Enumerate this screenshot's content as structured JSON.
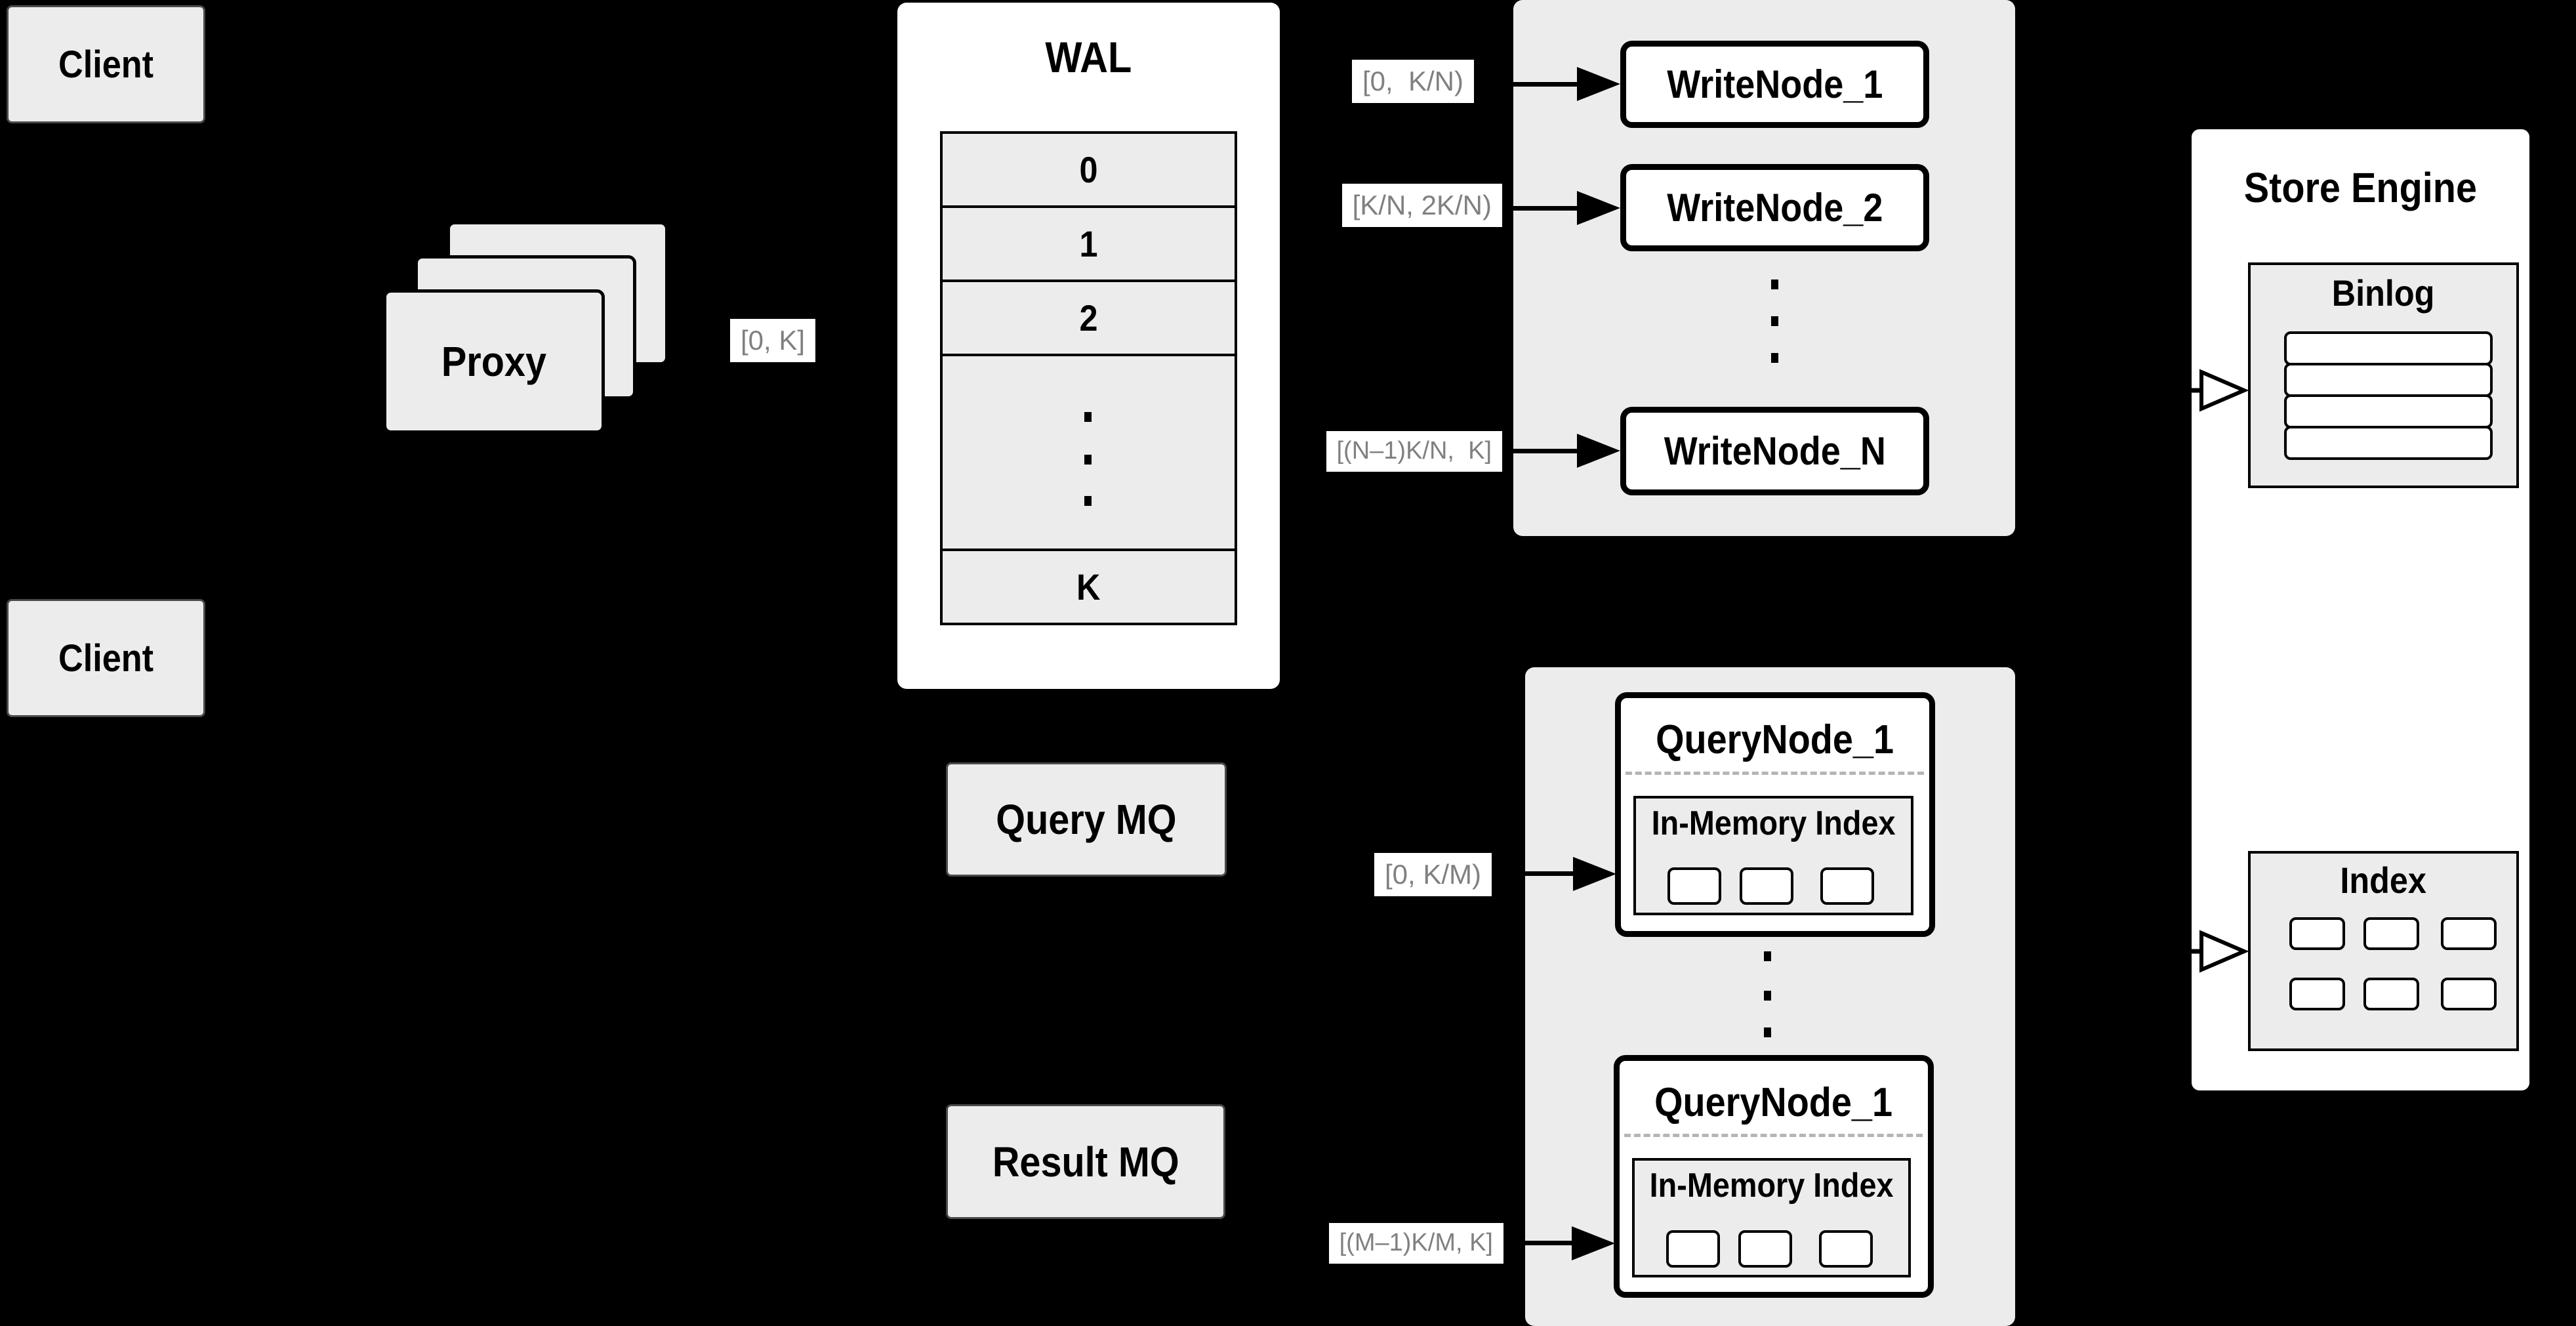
{
  "colors": {
    "background": "#000000",
    "panel_gray": "#ececec",
    "white": "#ffffff",
    "border_black": "#000000",
    "range_label_text": "#808080",
    "dashed_separator": "#b5b5b5"
  },
  "clients": {
    "top_label": "Client",
    "bottom_label": "Client"
  },
  "proxy": {
    "label": "Proxy"
  },
  "range_labels": {
    "proxy_out": "[0, K]",
    "write_1": "[0,  K/N)",
    "write_2": "[K/N, 2K/N)",
    "write_n": "[(N–1)K/N,  K]",
    "query_1": "[0, K/M)",
    "query_2": "[(M–1)K/M, K]"
  },
  "wal": {
    "title": "WAL",
    "segments": [
      "0",
      "1",
      "2"
    ],
    "last_segment": "K"
  },
  "write_cluster": {
    "node_1": "WriteNode_1",
    "node_2": "WriteNode_2",
    "node_n": "WriteNode_N"
  },
  "query_cluster": {
    "node_top": "QueryNode_1",
    "node_bottom": "QueryNode_1",
    "in_memory_top": "In-Memory Index",
    "in_memory_bottom": "In-Memory Index"
  },
  "store_engine": {
    "title": "Store Engine",
    "binlog_title": "Binlog",
    "index_title": "Index"
  },
  "mq": {
    "query_label": "Query MQ",
    "result_label": "Result MQ"
  }
}
